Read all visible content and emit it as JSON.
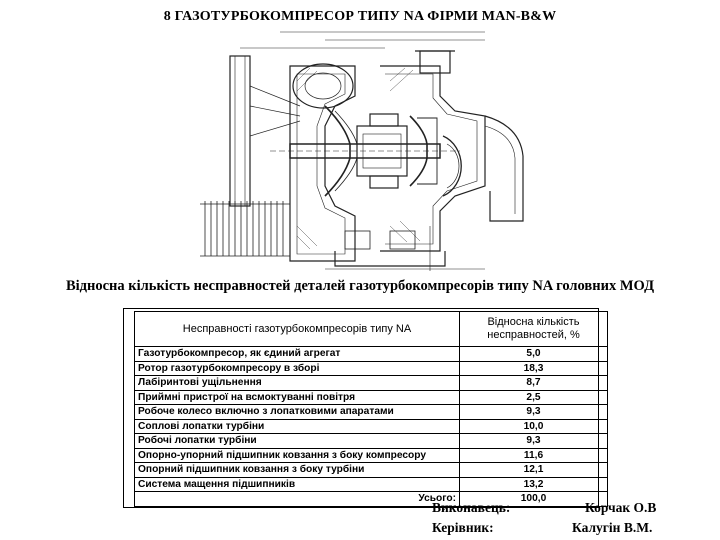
{
  "title": "8 ГАЗОТУРБОКОМПРЕСОР ТИПУ NA ФІРМИ MAN-B&W",
  "subtitle": "Відносна кількість несправностей деталей газотурбокомпресорів типу NA головних МОД",
  "table": {
    "header": {
      "col1": "Несправності газотурбокомпресорів типу NA",
      "col2_line1": "Відносна кількість",
      "col2_line2": "несправностей, %"
    },
    "rows": [
      {
        "name": "Газотурбокомпресор, як єдиний агрегат",
        "value": "5,0"
      },
      {
        "name": "Ротор газотурбокомпресору в зборі",
        "value": "18,3"
      },
      {
        "name": "Лабіринтові ущільнення",
        "value": "8,7"
      },
      {
        "name": "Приймні пристрої на всмоктуванні повітря",
        "value": "2,5"
      },
      {
        "name": "Робоче колесо включно з лопатковими апаратами",
        "value": "9,3"
      },
      {
        "name": "Соплові лопатки турбіни",
        "value": "10,0"
      },
      {
        "name": "Робочі лопатки турбіни",
        "value": "9,3"
      },
      {
        "name": "Опорно-упорний підшипник ковзання з боку компресору",
        "value": "11,6"
      },
      {
        "name": "Опорний підшипник ковзання з боку турбіни",
        "value": "12,1"
      },
      {
        "name": "Система мащення підшипників",
        "value": "13,2"
      }
    ],
    "total_label": "Усього:",
    "total_value": "100,0"
  },
  "signatures": {
    "executor_label": "Виконавець:",
    "executor_name": "Корчак О.В",
    "supervisor_label": "Керівник:",
    "supervisor_name": "Калугін В.М."
  }
}
